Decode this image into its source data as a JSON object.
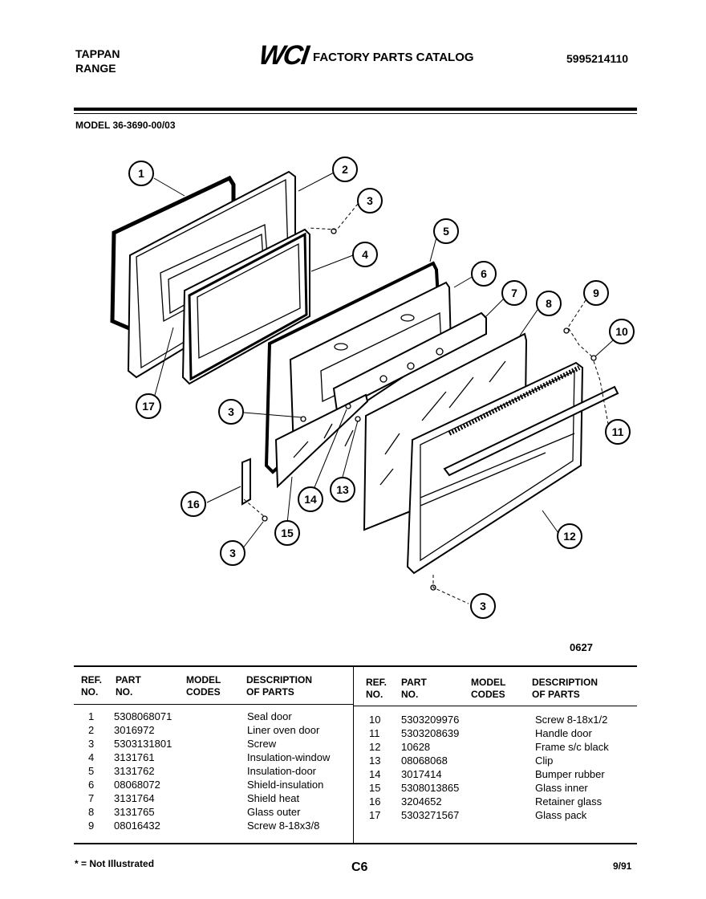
{
  "header": {
    "brand_line1": "TAPPAN",
    "brand_line2": "RANGE",
    "logo_text": "WCI",
    "catalog_title": "FACTORY PARTS CATALOG",
    "catalog_number": "5995214110",
    "model": "MODEL 36-3690-00/03"
  },
  "diagram": {
    "drawing_number": "0627",
    "callouts": [
      "1",
      "2",
      "3",
      "4",
      "5",
      "6",
      "7",
      "8",
      "9",
      "10",
      "11",
      "3",
      "17",
      "16",
      "3",
      "14",
      "13",
      "15",
      "12",
      "3"
    ]
  },
  "table": {
    "columns": {
      "ref": [
        "REF.",
        "NO."
      ],
      "part": [
        "PART",
        "NO."
      ],
      "model": [
        "MODEL",
        "CODES"
      ],
      "desc": [
        "DESCRIPTION",
        "OF PARTS"
      ]
    },
    "left_rows": [
      {
        "ref": "1",
        "part": "5308068071",
        "desc": "Seal door"
      },
      {
        "ref": "2",
        "part": "3016972",
        "desc": "Liner oven door"
      },
      {
        "ref": "3",
        "part": "5303131801",
        "desc": "Screw"
      },
      {
        "ref": "4",
        "part": "3131761",
        "desc": "Insulation-window"
      },
      {
        "ref": "5",
        "part": "3131762",
        "desc": "Insulation-door"
      },
      {
        "ref": "6",
        "part": "08068072",
        "desc": "Shield-insulation"
      },
      {
        "ref": "7",
        "part": "3131764",
        "desc": "Shield heat"
      },
      {
        "ref": "8",
        "part": "3131765",
        "desc": "Glass outer"
      },
      {
        "ref": "9",
        "part": "08016432",
        "desc": "Screw 8-18x3/8"
      }
    ],
    "right_rows": [
      {
        "ref": "10",
        "part": "5303209976",
        "desc": "Screw 8-18x1/2"
      },
      {
        "ref": "11",
        "part": "5303208639",
        "desc": "Handle door"
      },
      {
        "ref": "12",
        "part": "10628",
        "desc": "Frame s/c black"
      },
      {
        "ref": "13",
        "part": "08068068",
        "desc": "Clip"
      },
      {
        "ref": "14",
        "part": "3017414",
        "desc": "Bumper rubber"
      },
      {
        "ref": "15",
        "part": "5308013865",
        "desc": "Glass inner"
      },
      {
        "ref": "16",
        "part": "3204652",
        "desc": "Retainer glass"
      },
      {
        "ref": "17",
        "part": "5303271567",
        "desc": "Glass pack"
      }
    ]
  },
  "footer": {
    "note": "* = Not Illustrated",
    "page": "C6",
    "date": "9/91"
  }
}
